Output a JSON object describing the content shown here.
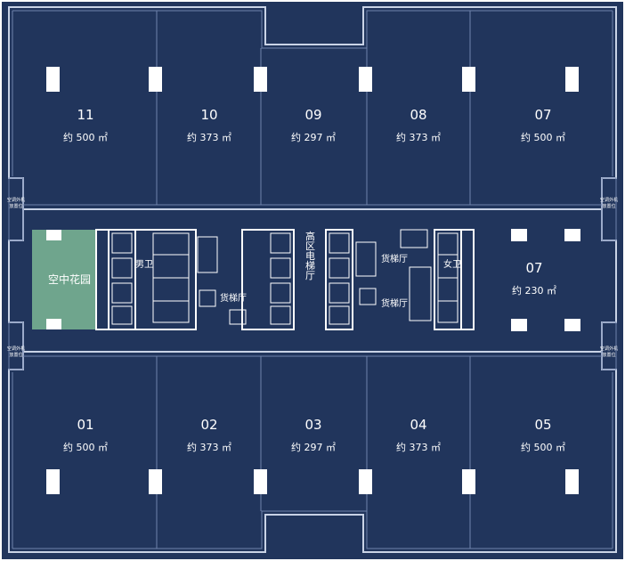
{
  "colors": {
    "background": "#21355c",
    "wall": "#c9d3e6",
    "garden": "#6fa58d",
    "text": "#ffffff"
  },
  "units_top": [
    {
      "number": "11",
      "area": "约 500 ㎡"
    },
    {
      "number": "10",
      "area": "约 373 ㎡"
    },
    {
      "number": "09",
      "area": "约 297 ㎡"
    },
    {
      "number": "08",
      "area": "约 373 ㎡"
    },
    {
      "number": "07",
      "area": "约 500 ㎡"
    }
  ],
  "units_bottom": [
    {
      "number": "01",
      "area": "约 500 ㎡"
    },
    {
      "number": "02",
      "area": "约 373 ㎡"
    },
    {
      "number": "03",
      "area": "约 297 ㎡"
    },
    {
      "number": "04",
      "area": "约 373 ㎡"
    },
    {
      "number": "05",
      "area": "约 500 ㎡"
    }
  ],
  "unit_middle": {
    "number": "07",
    "area": "约 230 ㎡"
  },
  "garden": {
    "label": "空中花园"
  },
  "core": {
    "male_toilet": "男卫",
    "female_toilet": "女卫",
    "freight_left": "货梯厅",
    "freight_right_top": "货梯厅",
    "freight_right_bottom": "货梯厅",
    "high_zone_elevator": "高区电梯厅"
  },
  "ac_labels": {
    "left_top": [
      "空调外机",
      "放置位"
    ],
    "left_bottom": [
      "空调外机",
      "放置位"
    ],
    "right_top": [
      "空调外机",
      "放置位"
    ],
    "right_bottom": [
      "空调外机",
      "放置位"
    ]
  }
}
